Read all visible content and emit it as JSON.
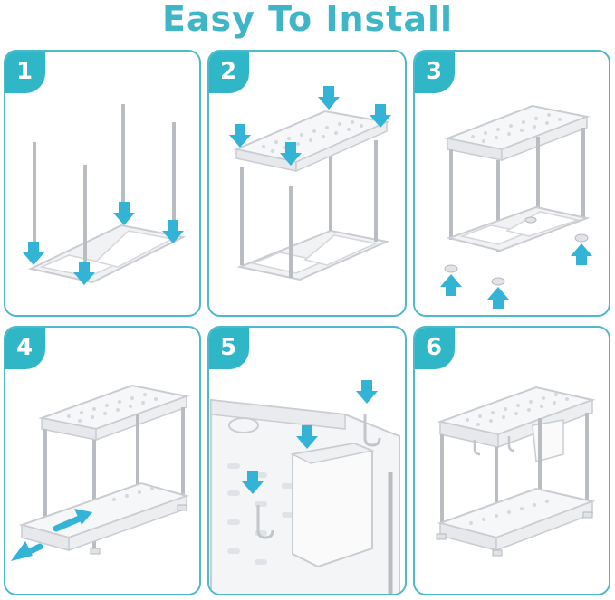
{
  "page": {
    "title": "Easy To Install"
  },
  "steps": [
    {
      "number": "1"
    },
    {
      "number": "2"
    },
    {
      "number": "3"
    },
    {
      "number": "4"
    },
    {
      "number": "5"
    },
    {
      "number": "6"
    }
  ],
  "colors": {
    "accent": "#3fb6c8",
    "border": "#4db9c9",
    "arrow": "#33b4d6",
    "badge": "#2fb6c7"
  }
}
